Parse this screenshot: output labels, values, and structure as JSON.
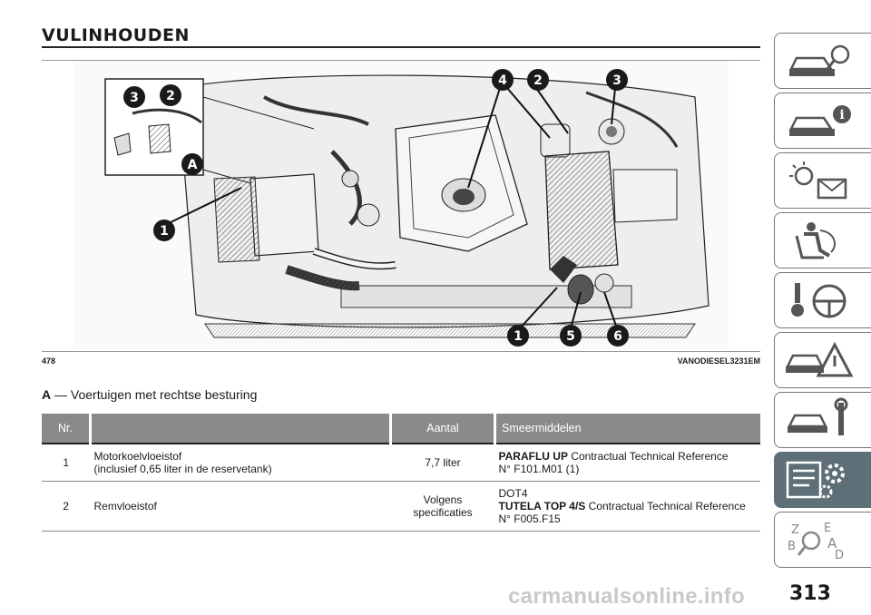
{
  "page": {
    "title": "VULINHOUDEN",
    "figure_number": "478",
    "figure_code": "VANODIESEL3231EM",
    "page_number": "313",
    "watermark": "carmanualsonline.info"
  },
  "figure": {
    "callouts": [
      "1",
      "2",
      "3",
      "4",
      "5",
      "6",
      "A"
    ]
  },
  "legend": {
    "key": "A",
    "text": "— Voertuigen met rechtse besturing"
  },
  "table": {
    "headers": [
      "Nr.",
      "",
      "Aantal",
      "Smeermiddelen"
    ],
    "rows": [
      {
        "nr": "1",
        "desc_line1": "Motorkoelvloeistof",
        "desc_line2": "(inclusief 0,65 liter in de reservetank)",
        "qty": "7,7 liter",
        "lub_line1_bold": "",
        "lub_line1": "",
        "lub_line2_bold": "PARAFLU UP",
        "lub_line2": "Contractual Technical Reference",
        "lub_line3": "N° F101.M01 (1)"
      },
      {
        "nr": "2",
        "desc_line1": "Remvloeistof",
        "qty": "Volgens specificaties",
        "lub_line1": "DOT4",
        "lub_line2_bold": "TUTELA TOP 4/S",
        "lub_line2": "Contractual Technical Reference",
        "lub_line3": "N° F005.F15"
      }
    ]
  },
  "tabs": [
    {
      "icon": "car-search-icon"
    },
    {
      "icon": "car-info-icon"
    },
    {
      "icon": "warning-light-mail-icon"
    },
    {
      "icon": "airbag-seat-icon"
    },
    {
      "icon": "key-steering-wheel-icon"
    },
    {
      "icon": "car-warning-triangle-icon"
    },
    {
      "icon": "car-wrench-icon"
    },
    {
      "icon": "list-gears-icon"
    },
    {
      "icon": "alphabet-index-icon"
    }
  ],
  "colors": {
    "active_tab": "#5f6f78",
    "table_header": "#8a8a8a"
  }
}
